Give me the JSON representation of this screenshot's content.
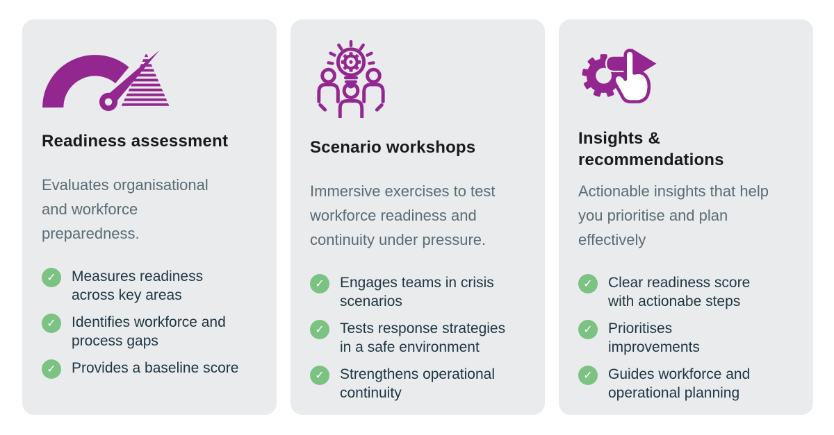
{
  "icons": {
    "check": "✓"
  },
  "theme": {
    "purple": "#93278F",
    "green": "#7CC282",
    "card_background": "#E9EBED",
    "title_color": "#1A1A1A",
    "description_color": "#5C6B73",
    "bullet_text_color": "#1F3540"
  },
  "cards": [
    {
      "icon": "gauge-icon",
      "title": "Readiness assessment",
      "description": "Evaluates organisational\nand workforce\npreparedness.",
      "bullets": [
        "Measures readiness\nacross key areas",
        "Identifies workforce and\nprocess gaps",
        "Provides a baseline score"
      ]
    },
    {
      "icon": "team-brainstorm-icon",
      "title": "Scenario workshops",
      "description": "Immersive exercises to test\nworkforce readiness and\ncontinuity under pressure.",
      "bullets": [
        "Engages teams in crisis\nscenarios",
        "Tests response strategies\nin a safe environment",
        "Strengthens operational\ncontinuity"
      ]
    },
    {
      "icon": "gear-hand-arrow-icon",
      "title": "Insights &\nrecommendations",
      "description": "Actionable insights that help\nyou prioritise and plan\neffectively",
      "bullets": [
        "Clear readiness score\nwith actionabe steps",
        "Prioritises\nimprovements",
        "Guides workforce and\noperational planning"
      ]
    }
  ]
}
